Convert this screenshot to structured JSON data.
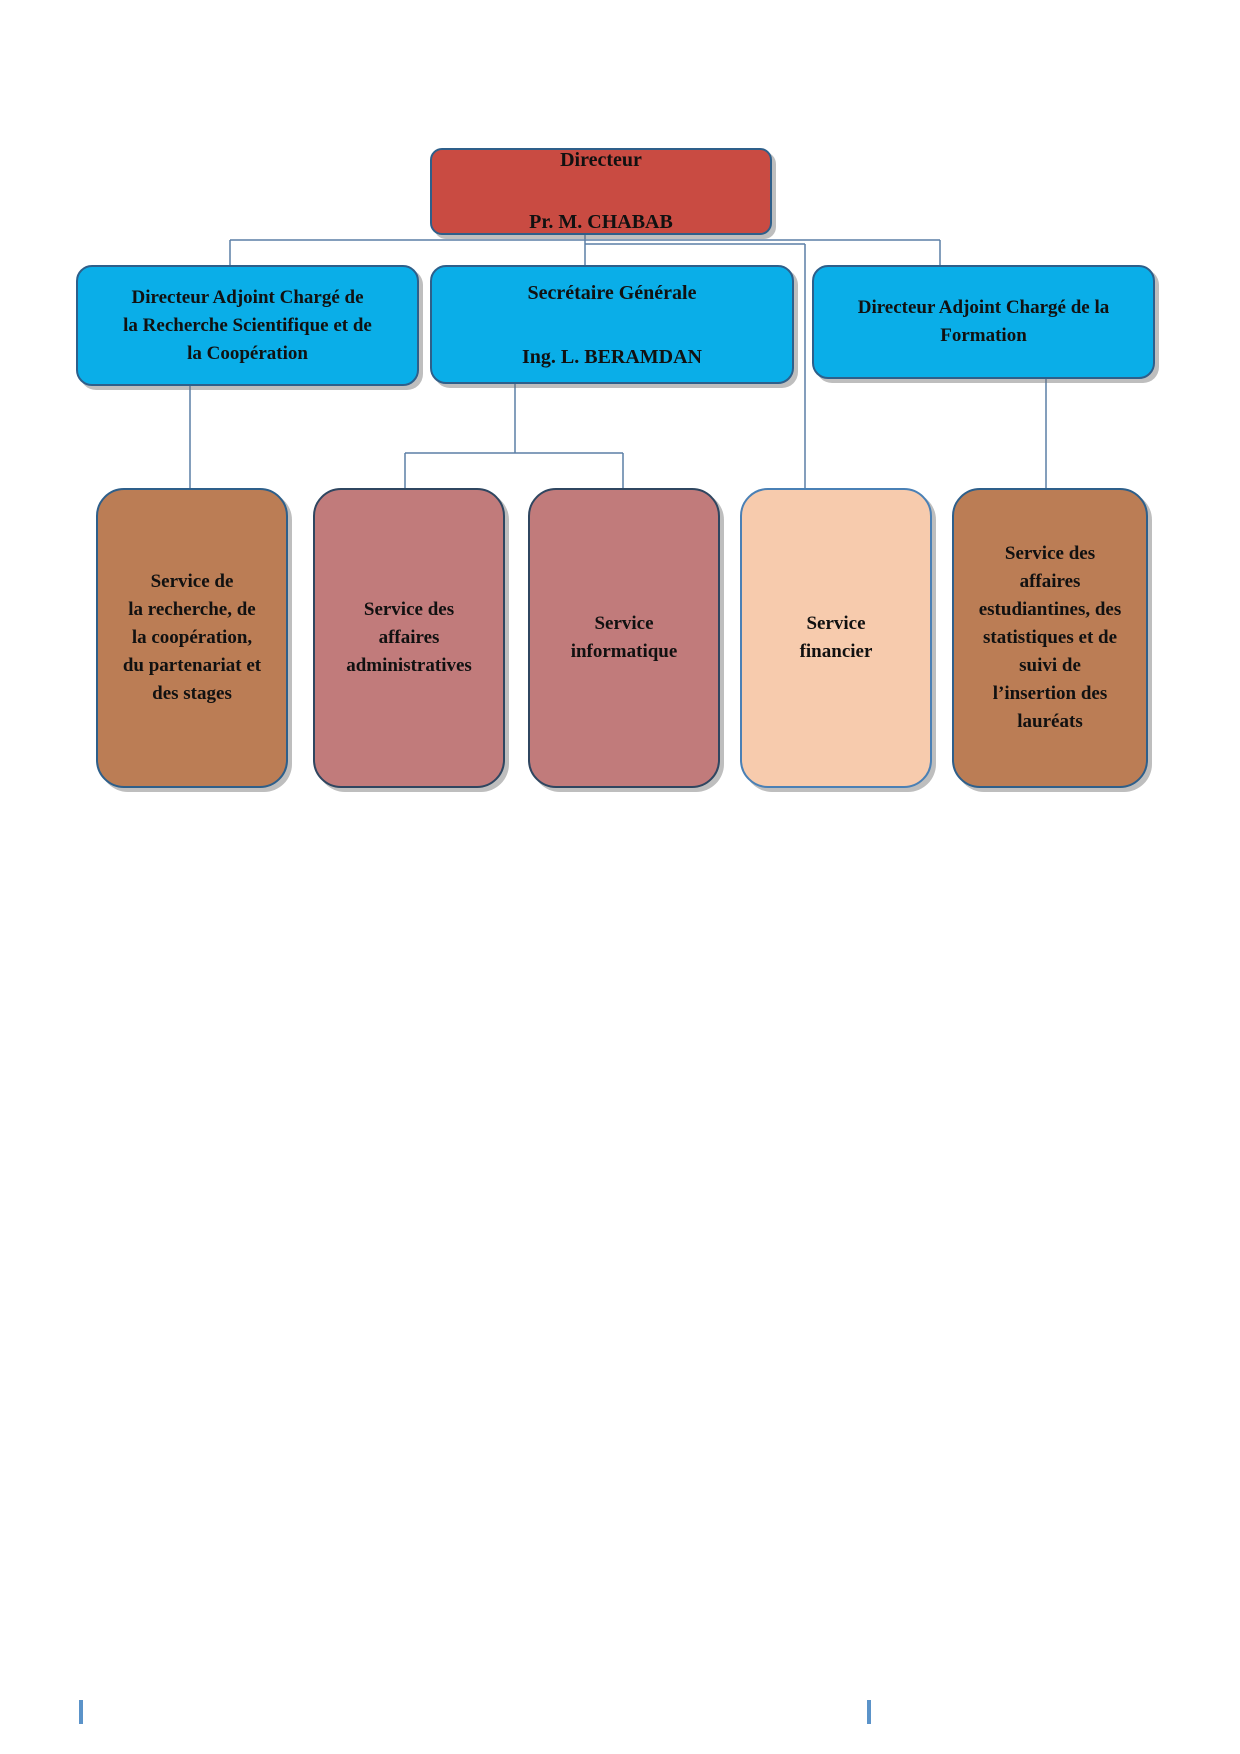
{
  "org_chart": {
    "directeur": {
      "title": "Directeur",
      "name": "Pr. M. CHABAB"
    },
    "da_recherche": {
      "label": "Directeur Adjoint Chargé de\nla Recherche Scientifique et de\nla Coopération"
    },
    "secretaire_generale": {
      "title": "Secrétaire Générale",
      "name": "Ing. L. BERAMDAN"
    },
    "da_formation": {
      "label": "Directeur Adjoint Chargé de la\nFormation"
    },
    "services": {
      "recherche": "Service de\nla recherche, de\nla coopération,\ndu partenariat et\ndes stages",
      "administratif": "Service des\naffaires\nadministratives",
      "informatique": "Service\ninformatique",
      "financier": "Service\nfinancier",
      "etudiant": "Service des\naffaires\nestudiantines, des\nstatistiques et de\nsuivi de\nl’insertion des\nlauréats"
    }
  },
  "colors": {
    "directeur": "#c94b42",
    "adjoint": "#0aaee8",
    "service_brown": "#bb7d55",
    "service_rose": "#c17b7b",
    "service_peach": "#f7cbad",
    "connector": "#5b7fa6"
  }
}
